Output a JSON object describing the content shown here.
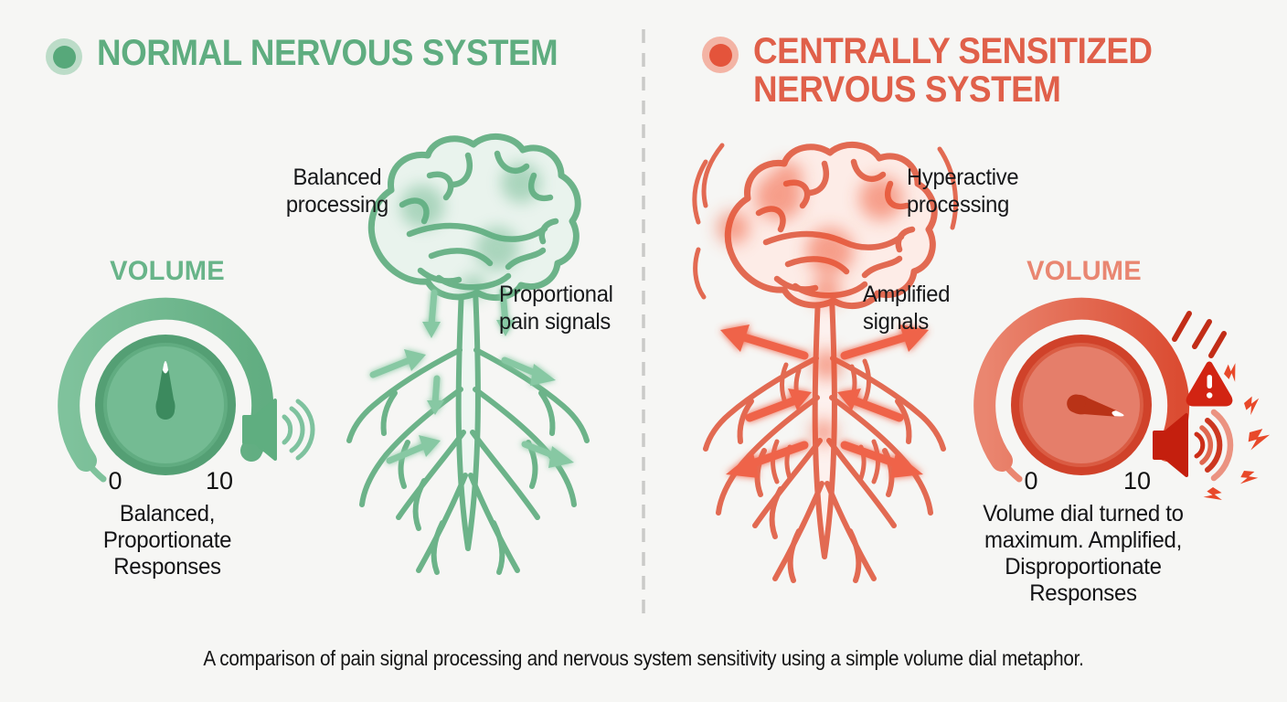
{
  "canvas": {
    "background": "#f6f6f4",
    "divider_color": "#cacac8"
  },
  "caption": "A comparison of pain signal processing and nervous system sensitivity using a simple volume dial metaphor.",
  "normal": {
    "title": "NORMAL NERVOUS SYSTEM",
    "accent": "#5FAD80",
    "brain_note": "Balanced\nprocessing",
    "signal_note": "Proportional\npain signals",
    "volume_label": "VOLUME",
    "dial_min": "0",
    "dial_max": "10",
    "dial_note": "Balanced,\nProportionate\nResponses"
  },
  "sensitized": {
    "title": "CENTRALLY SENSITIZED\nNERVOUS SYSTEM",
    "accent": "#E0604A",
    "brain_note": "Hyperactive\nprocessing",
    "signal_note": "Amplified\nsignals",
    "volume_label": "VOLUME",
    "dial_min": "0",
    "dial_max": "10",
    "dial_note": "Volume dial turned to\nmaximum. Amplified,\nDisproportionate\nResponses"
  }
}
